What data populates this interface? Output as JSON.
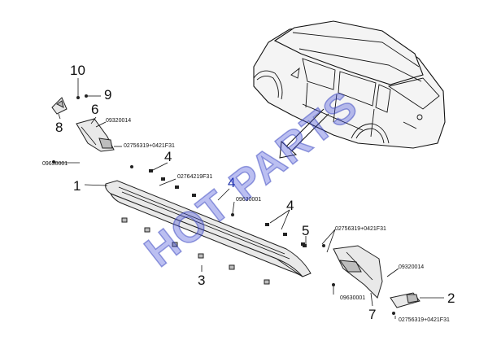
{
  "callouts": {
    "c1": "1",
    "c2": "2",
    "c3": "3",
    "c4a": "4",
    "c4b": "4",
    "c4c": "4",
    "c5": "5",
    "c6": "6",
    "c7": "7",
    "c8": "8",
    "c9": "9",
    "c10": "10"
  },
  "part_numbers": {
    "p_09320014_left": "09320014",
    "p_02756319_left": "02756319+0421F31",
    "p_09630001_left": "09630001",
    "p_02764219": "02764219F31",
    "p_09630001_mid": "09630001",
    "p_02756319_right": "02756319+0421F31",
    "p_09320014_right": "09320014",
    "p_09630001_right": "09630001",
    "p_02756319_bottom": "02756319+0421F31"
  },
  "watermark": "HOT PARTS",
  "colors": {
    "callout_blue": "#1a2fa8",
    "watermark": "#3d47d8"
  }
}
